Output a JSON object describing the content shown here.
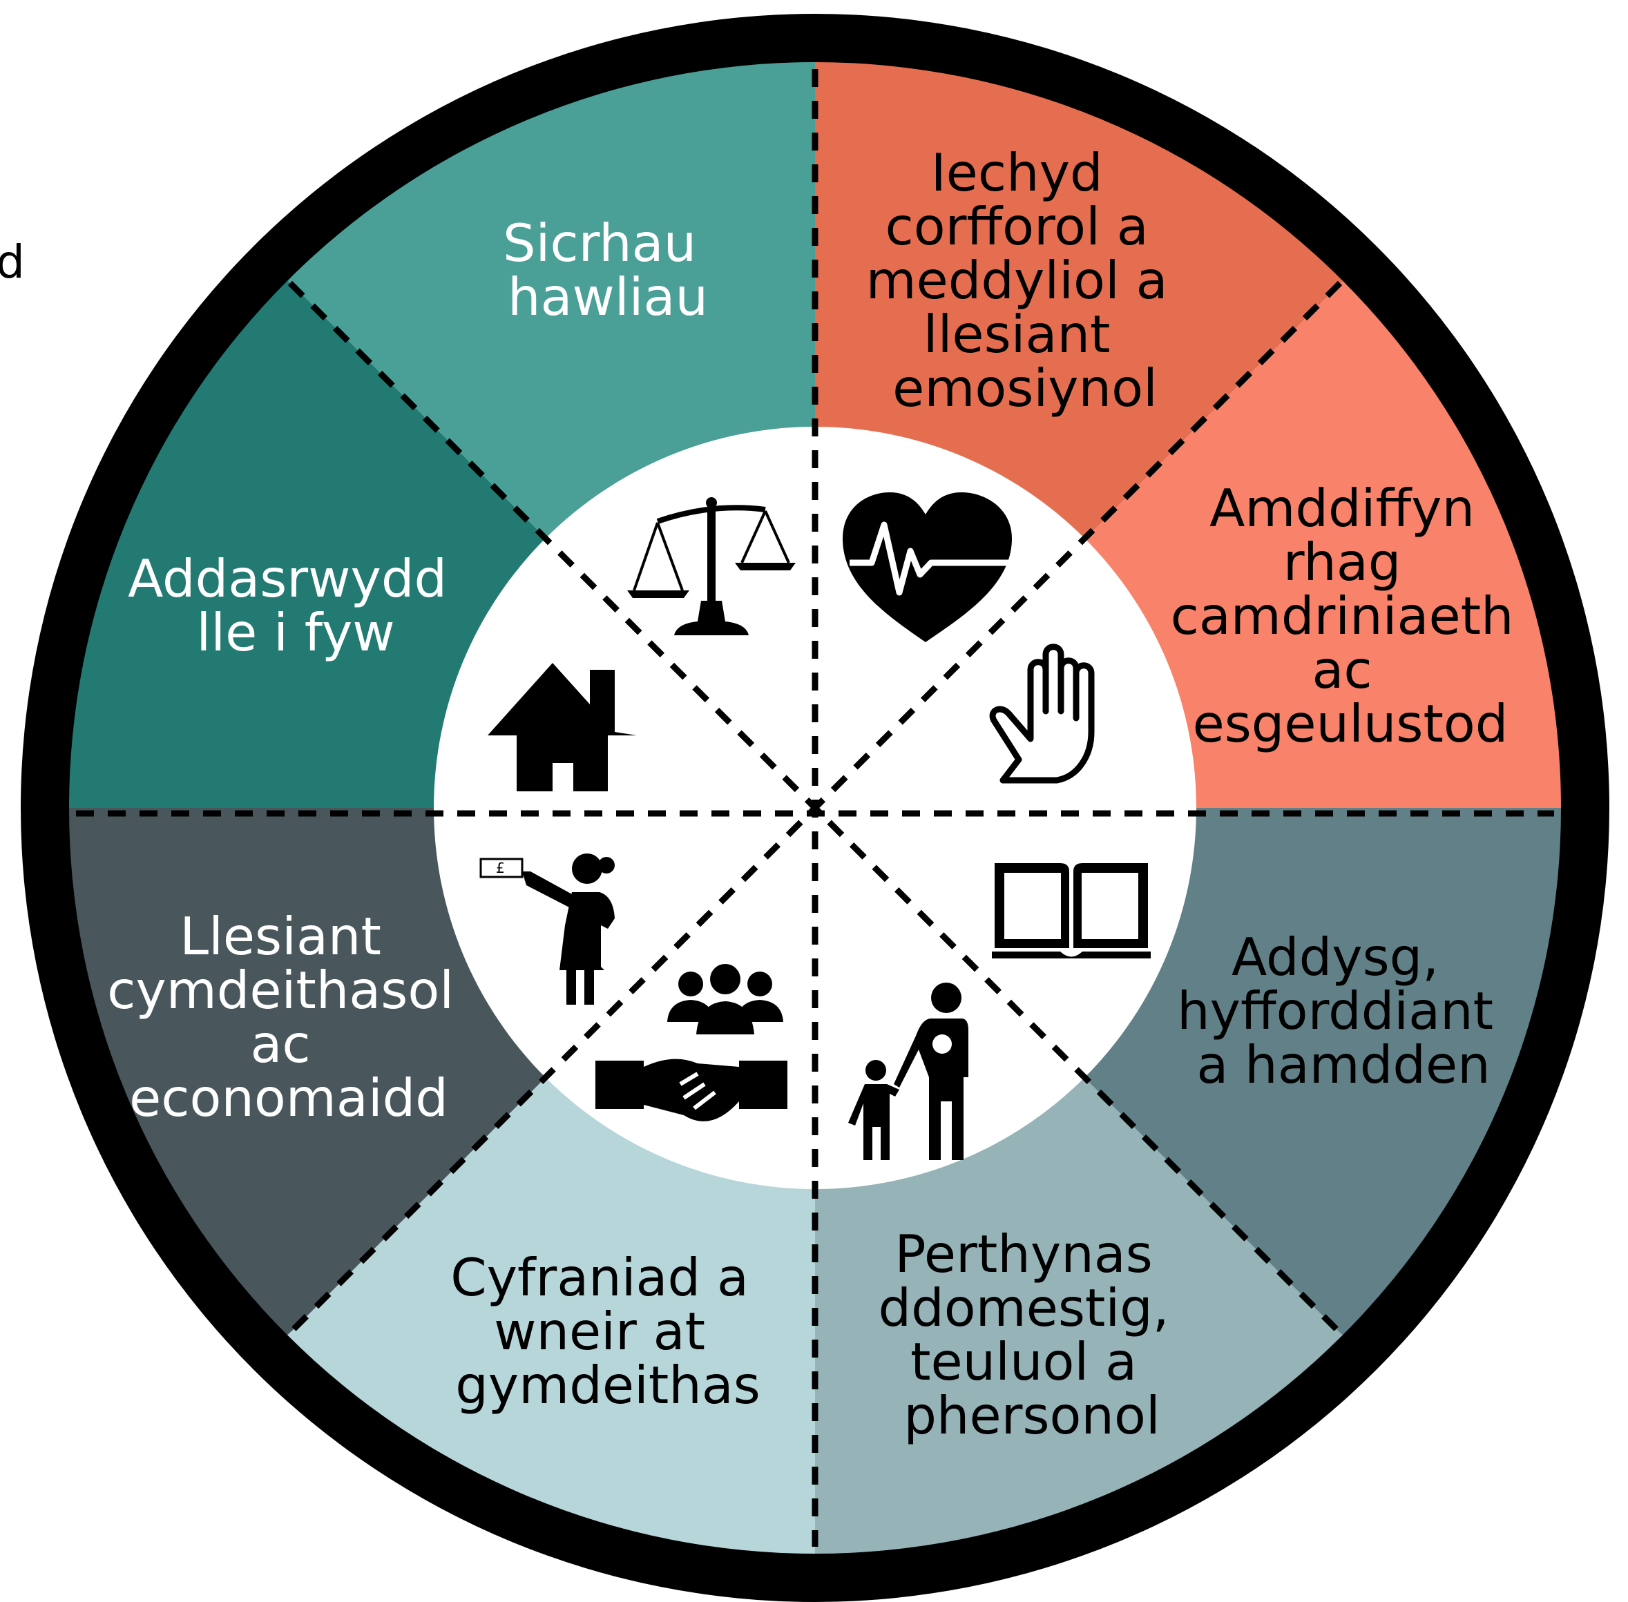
{
  "stray_text": "d",
  "segments": [
    {
      "id": "rights",
      "lines": [
        "Sicrhau",
        "hawliau"
      ],
      "fill": "#4a9f96",
      "text_color": "#ffffff",
      "icon": "scales-of-justice-icon"
    },
    {
      "id": "health",
      "lines": [
        "Iechyd",
        "corfforol a",
        "meddyliol a",
        "llesiant",
        "emosiynol"
      ],
      "fill": "#e66e50",
      "text_color": "#000000",
      "icon": "heart-rate-icon"
    },
    {
      "id": "protection",
      "lines": [
        "Amddiffyn",
        "rhag",
        "camdriniaeth",
        "ac",
        "esgeulustod"
      ],
      "fill": "#f8826a",
      "text_color": "#000000",
      "icon": "raised-hand-icon"
    },
    {
      "id": "education",
      "lines": [
        "Addysg,",
        "hyfforddiant",
        "a hamdden"
      ],
      "fill": "#628087",
      "text_color": "#000000",
      "icon": "open-book-icon"
    },
    {
      "id": "relationships",
      "lines": [
        "Perthynas",
        "ddomestig,",
        "teuluol a",
        "phersonol"
      ],
      "fill": "#96b3b7",
      "text_color": "#000000",
      "icon": "parent-and-child-icon"
    },
    {
      "id": "contribution",
      "lines": [
        "Cyfraniad a",
        "wneir at",
        "gymdeithas"
      ],
      "fill": "#b7d6da",
      "text_color": "#000000",
      "icon": "handshake-group-icon"
    },
    {
      "id": "social",
      "lines": [
        "Llesiant",
        "cymdeithasol",
        "ac",
        "economaidd"
      ],
      "fill": "#49575c",
      "text_color": "#ffffff",
      "icon": "woman-holding-money-icon"
    },
    {
      "id": "home",
      "lines": [
        "Addasrwydd",
        "lle i fyw"
      ],
      "fill": "#227a72",
      "text_color": "#ffffff",
      "icon": "house-icon"
    }
  ]
}
